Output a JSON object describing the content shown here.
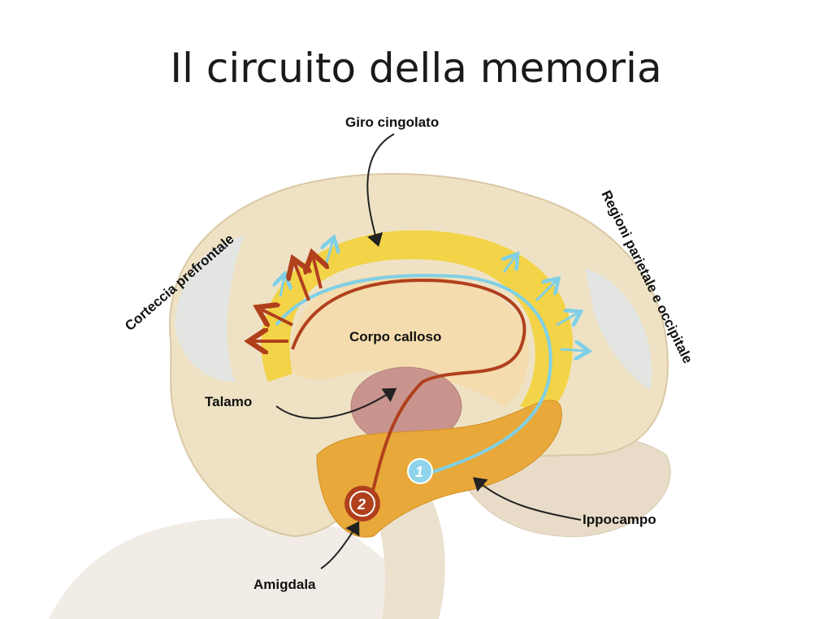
{
  "title": "Il circuito della memoria",
  "labels": {
    "giro_cingolato": "Giro cingolato",
    "corteccia_prefrontale": "Corteccia prefrontale",
    "regioni_parietale_occipitale": "Regioni parietale e occipitale",
    "corpo_calloso": "Corpo calloso",
    "talamo": "Talamo",
    "ippocampo": "Ippocampo",
    "amigdala": "Amigdala"
  },
  "markers": {
    "one": "1",
    "two": "2"
  },
  "colors": {
    "pathway_blue": "#7fd0e6",
    "pathway_red": "#b0401c",
    "cingulate": "#f3d23a",
    "brain": "#efe2c4"
  }
}
